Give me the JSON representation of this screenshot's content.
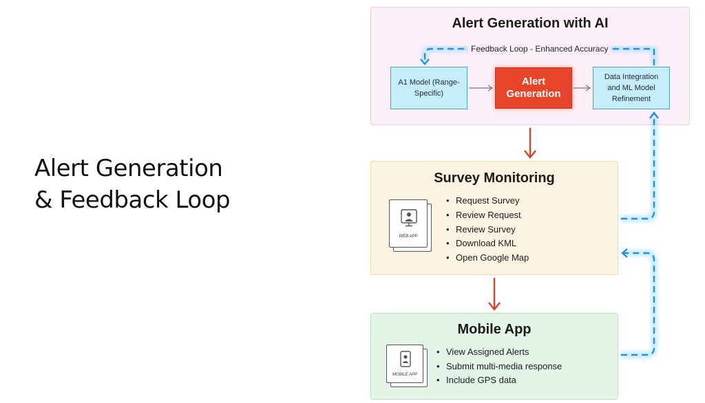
{
  "slide_title_lines": [
    "Alert Generation",
    "& Feedback Loop"
  ],
  "ai_panel": {
    "title": "Alert Generation with AI",
    "feedback_label": "Feedback Loop - Enhanced Accuracy",
    "model_box": "A1 Model (Range-Specific)",
    "alert_box": "Alert Generation",
    "data_box": "Data Integration and ML Model Refinement"
  },
  "survey_panel": {
    "title": "Survey Monitoring",
    "device_label": "WEB APP",
    "items": [
      "Request Survey",
      "Review Request",
      "Review Survey",
      "Download KML",
      "Open Google Map"
    ]
  },
  "mobile_panel": {
    "title": "Mobile App",
    "device_label": "MOBILE APP",
    "items": [
      "View Assigned Alerts",
      "Submit multi-media response",
      "Include GPS data"
    ]
  },
  "colors": {
    "ai_panel_bg": "#fdf0f8",
    "survey_panel_bg": "#fdf3e2",
    "mobile_panel_bg": "#e3f5e6",
    "alert_red": "#e8442a",
    "feedback_blue": "#2a8fd6",
    "flow_arrow_red": "#d2412c"
  }
}
